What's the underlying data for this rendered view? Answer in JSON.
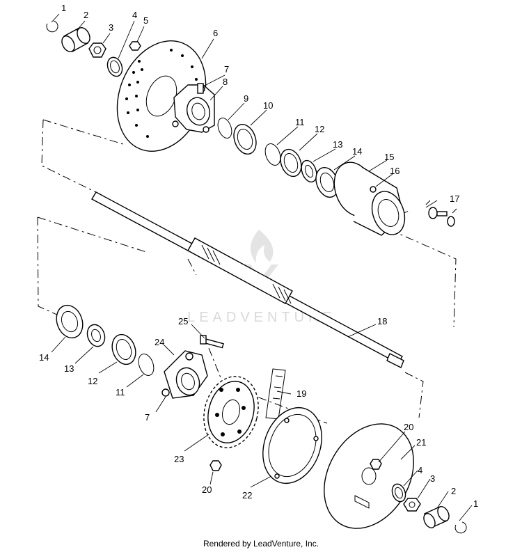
{
  "watermark": {
    "text": "LEADVENTURE"
  },
  "footer": {
    "text": "Rendered by LeadVenture, Inc."
  },
  "callouts": [
    {
      "label": "1"
    },
    {
      "label": "2"
    },
    {
      "label": "3"
    },
    {
      "label": "4"
    },
    {
      "label": "5"
    },
    {
      "label": "6"
    },
    {
      "label": "7"
    },
    {
      "label": "8"
    },
    {
      "label": "9"
    },
    {
      "label": "10"
    },
    {
      "label": "11"
    },
    {
      "label": "12"
    },
    {
      "label": "13"
    },
    {
      "label": "14"
    },
    {
      "label": "15"
    },
    {
      "label": "16"
    },
    {
      "label": "17"
    },
    {
      "label": "18"
    },
    {
      "label": "14"
    },
    {
      "label": "13"
    },
    {
      "label": "12"
    },
    {
      "label": "11"
    },
    {
      "label": "25"
    },
    {
      "label": "24"
    },
    {
      "label": "7"
    },
    {
      "label": "19"
    },
    {
      "label": "23"
    },
    {
      "label": "20"
    },
    {
      "label": "22"
    },
    {
      "label": "20"
    },
    {
      "label": "21"
    },
    {
      "label": "4"
    },
    {
      "label": "3"
    },
    {
      "label": "2"
    },
    {
      "label": "1"
    }
  ]
}
